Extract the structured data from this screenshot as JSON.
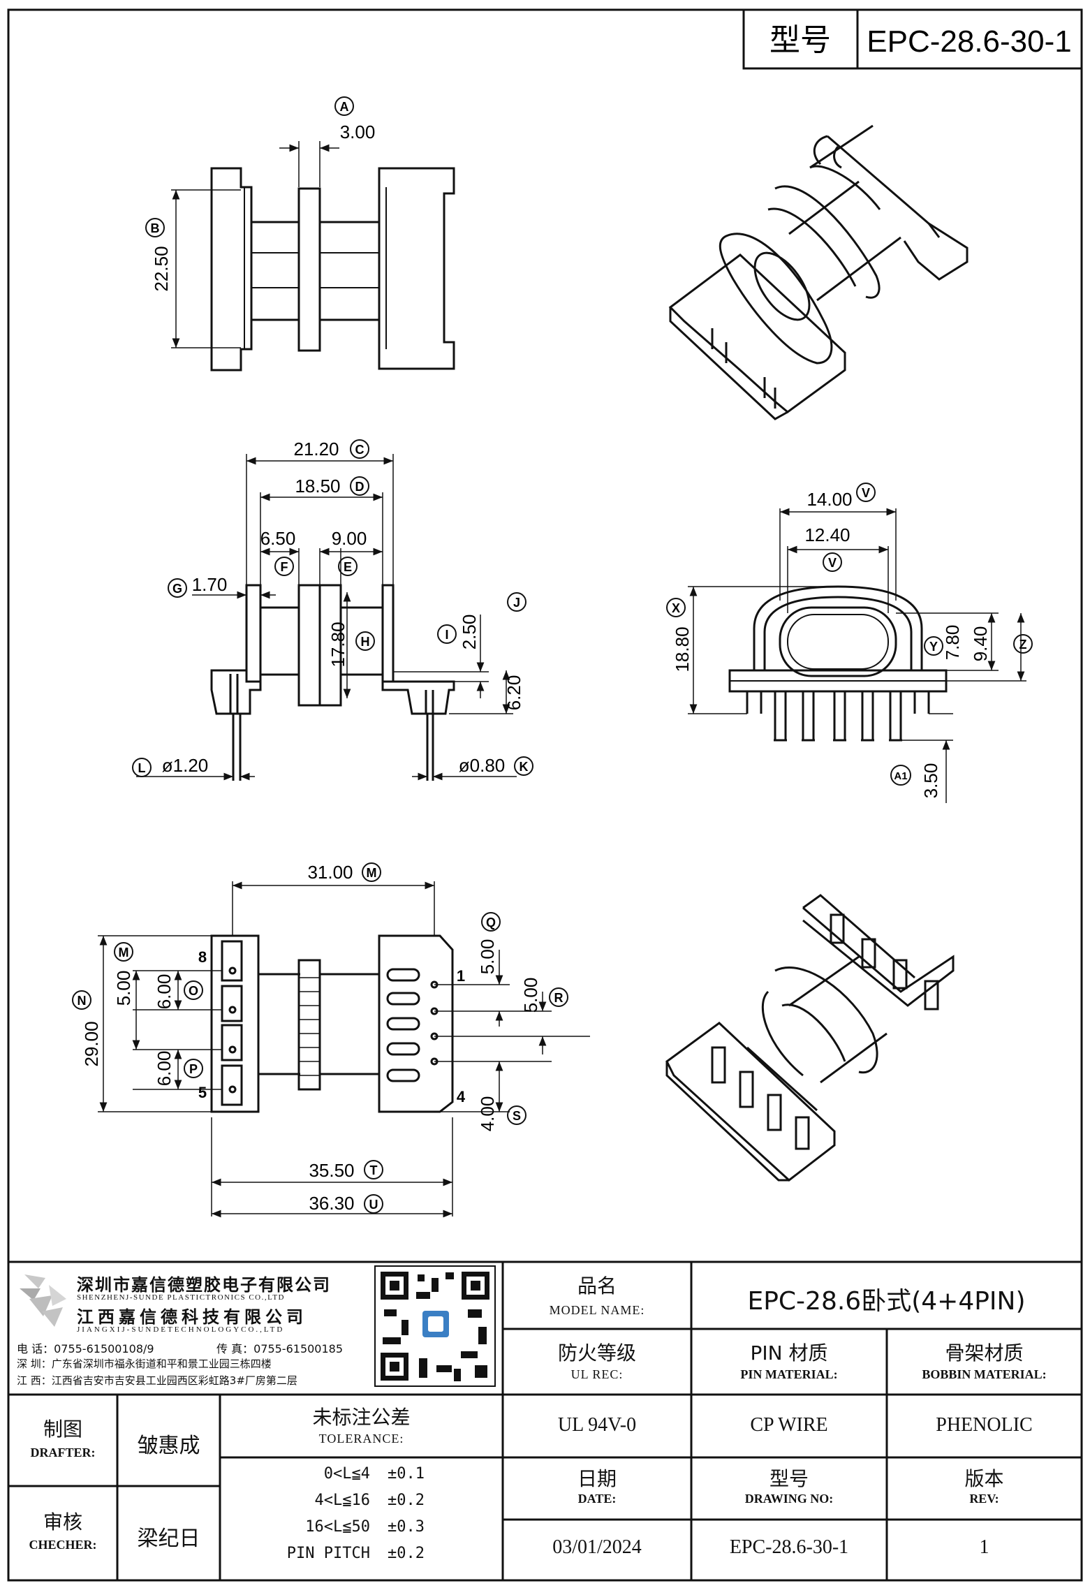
{
  "header": {
    "model_label": "型号",
    "model_value": "EPC-28.6-30-1"
  },
  "drawing": {
    "top_view": {
      "dim_a": "3.00",
      "dim_b": "22.50",
      "tag_a": "A",
      "tag_b": "B"
    },
    "side_view": {
      "dim_c": "21.20",
      "dim_d": "18.50",
      "dim_f": "6.50",
      "dim_e": "9.00",
      "dim_g": "1.70",
      "dim_h": "17.80",
      "dim_i": "2.50",
      "dim_j": "6.20",
      "dim_l": "ø1.20",
      "dim_k": "ø0.80",
      "tag_c": "C",
      "tag_d": "D",
      "tag_f": "F",
      "tag_e": "E",
      "tag_g": "G",
      "tag_h": "H",
      "tag_i": "I",
      "tag_j": "J",
      "tag_l": "L",
      "tag_k": "K"
    },
    "end_view": {
      "dim_v1": "14.00",
      "dim_v2": "12.40",
      "dim_x": "18.80",
      "dim_y": "7.80",
      "dim_z": "9.40",
      "dim_a1": "3.50",
      "tag_v": "V",
      "tag_x": "X",
      "tag_y": "Y",
      "tag_z": "Z",
      "tag_a1": "A1"
    },
    "bottom_view": {
      "dim_m_top": "31.00",
      "dim_m_left": "5.00",
      "dim_n": "29.00",
      "dim_o": "6.00",
      "dim_p": "6.00",
      "dim_q": "5.00",
      "dim_r": "5.00",
      "dim_s": "4.00",
      "dim_t": "35.50",
      "dim_u": "36.30",
      "pin_8": "8",
      "pin_5": "5",
      "pin_1": "1",
      "pin_4": "4",
      "tag_m": "M",
      "tag_n": "N",
      "tag_o": "O",
      "tag_p": "P",
      "tag_q": "Q",
      "tag_r": "R",
      "tag_s": "S",
      "tag_t": "T",
      "tag_u": "U"
    }
  },
  "company": {
    "name_cn": "深圳市嘉信德塑胶电子有限公司",
    "name_en": "SHENZHENJ-SUNDE PLASTICTRONICS CO.,LTD",
    "name2_cn": "江西嘉信德科技有限公司",
    "name2_en": "JIANGXIJ-SUNDETECHNOLOGYCO.,LTD",
    "tel": "电 话：0755-61500108/9",
    "fax": "传 真：0755-61500185",
    "addr_sz": "深 圳：广东省深圳市福永街道和平和景工业园三栋四楼",
    "addr_jx": "江 西：江西省吉安市吉安县工业园西区彩虹路3#厂房第二层"
  },
  "titleblock": {
    "model_name_cn": "品名",
    "model_name_en": "MODEL NAME:",
    "model_name_value": "EPC-28.6卧式(4+4PIN)",
    "ul_cn": "防火等级",
    "ul_en": "UL REC:",
    "ul_value": "UL 94V-0",
    "pin_cn": "PIN 材质",
    "pin_en": "PIN MATERIAL:",
    "pin_value": "CP WIRE",
    "bobbin_cn": "骨架材质",
    "bobbin_en": "BOBBIN MATERIAL:",
    "bobbin_value": "PHENOLIC",
    "drafter_cn": "制图",
    "drafter_en": "DRAFTER:",
    "drafter_value": "皱惠成",
    "checker_cn": "审核",
    "checker_en": "CHECHER:",
    "checker_value": "梁纪日",
    "tol_cn": "未标注公差",
    "tol_en": "TOLERANCE:",
    "tolerances": [
      {
        "range": "0<L≦4",
        "value": "±0.1"
      },
      {
        "range": "4<L≦16",
        "value": "±0.2"
      },
      {
        "range": "16<L≦50",
        "value": "±0.3"
      },
      {
        "range": "PIN PITCH",
        "value": "±0.2"
      }
    ],
    "date_cn": "日期",
    "date_en": "DATE:",
    "date_value": "03/01/2024",
    "dwg_cn": "型号",
    "dwg_en": "DRAWING NO:",
    "dwg_value": "EPC-28.6-30-1",
    "rev_cn": "版本",
    "rev_en": "REV:",
    "rev_value": "1"
  }
}
